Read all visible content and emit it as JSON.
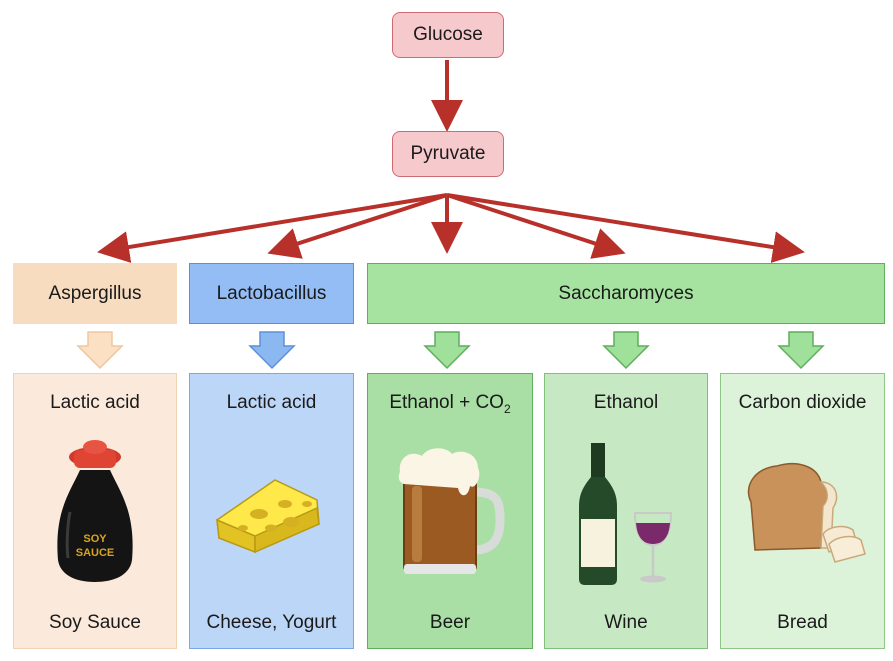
{
  "top": {
    "glucose": "Glucose",
    "pyruvate": "Pyruvate"
  },
  "categories": {
    "aspergillus": "Aspergillus",
    "lactobacillus": "Lactobacillus",
    "saccharomyces": "Saccharomyces"
  },
  "products": {
    "soy": {
      "title": "Lactic acid",
      "label": "Soy Sauce",
      "bottle_text_1": "SOY",
      "bottle_text_2": "SAUCE"
    },
    "cheese": {
      "title": "Lactic acid",
      "label": "Cheese, Yogurt"
    },
    "beer": {
      "title_main": "Ethanol + CO",
      "title_sub": "2",
      "label": "Beer"
    },
    "wine": {
      "title": "Ethanol",
      "label": "Wine"
    },
    "bread": {
      "title": "Carbon dioxide",
      "label": "Bread"
    }
  },
  "colors": {
    "arrow_red": "#b8302a",
    "aspergillus_fill": "#f8dcc0",
    "lactobacillus_fill": "#9cc3f5",
    "saccharomyces_fill": "#a6e3a0"
  }
}
